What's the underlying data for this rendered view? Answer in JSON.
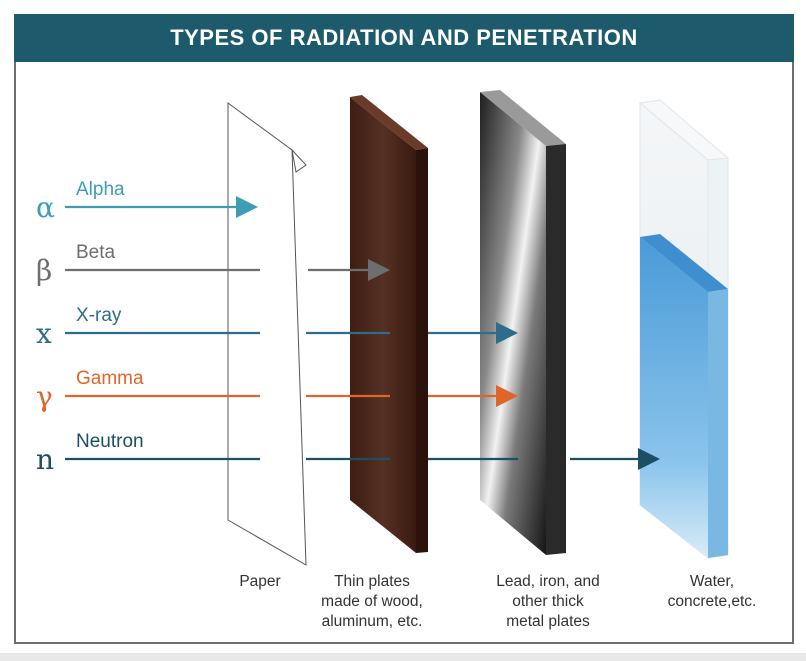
{
  "title": "TYPES OF RADIATION AND PENETRATION",
  "rays": [
    {
      "symbol": "α",
      "label": "Alpha",
      "color": "#3d9eb3"
    },
    {
      "symbol": "β",
      "label": "Beta",
      "color": "#6e6e6e"
    },
    {
      "symbol": "x",
      "label": "X-ray",
      "color": "#2d6c8a"
    },
    {
      "symbol": "γ",
      "label": "Gamma",
      "color": "#e0652a"
    },
    {
      "symbol": "n",
      "label": "Neutron",
      "color": "#1c4f63"
    }
  ],
  "materials": [
    {
      "lines": [
        "Paper"
      ]
    },
    {
      "lines": [
        "Thin plates",
        "made of wood,",
        "aluminum, etc."
      ]
    },
    {
      "lines": [
        "Lead, iron, and",
        "other thick",
        "metal plates"
      ]
    },
    {
      "lines": [
        "Water,",
        "concrete,etc."
      ]
    }
  ],
  "colors": {
    "title_bar": "#1c5a6c",
    "wood": "#4a2418",
    "water": "#5aa8e0",
    "paper_outline": "#555555"
  }
}
